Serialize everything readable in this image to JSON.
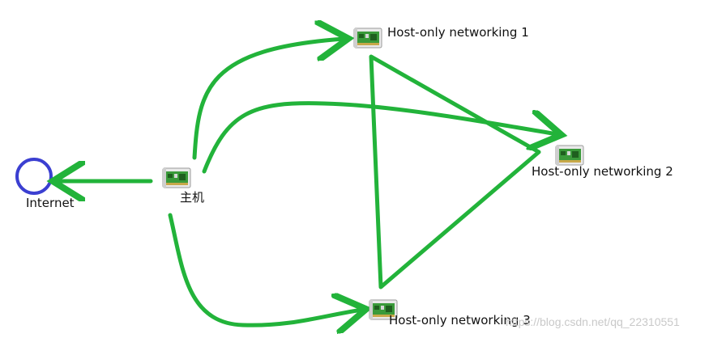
{
  "nodes": {
    "internet": {
      "label": "Internet"
    },
    "host": {
      "label": "主机"
    },
    "net1": {
      "label": "Host-only networking 1"
    },
    "net2": {
      "label": "Host-only networking 2"
    },
    "net3": {
      "label": "Host-only networking 3"
    }
  },
  "colors": {
    "arrow": "#22b33a",
    "internet_ring": "#3b3fd1",
    "nic_board": "#3a9a3a"
  },
  "watermark": "https://blog.csdn.net/qq_22310551"
}
